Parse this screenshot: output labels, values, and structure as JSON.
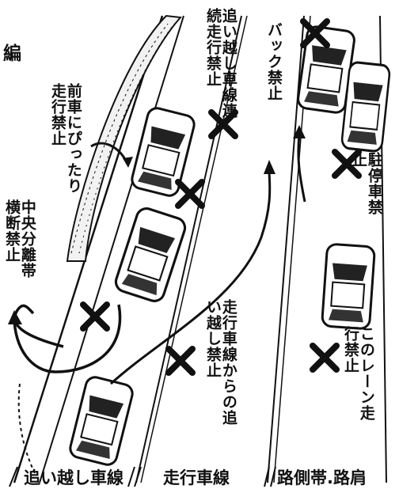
{
  "corner_label": "編",
  "labels": {
    "overtake_continuous": "追い越し車線連続走行禁止",
    "back": "バック禁止",
    "tailgate": "前車にぴったり走行禁止",
    "median": "中央分離帯横断禁止",
    "parking": "駐停車禁止",
    "from_travel": "走行車線からの追い越し禁止",
    "this_lane": "このレーン走行禁止"
  },
  "lanes": {
    "overtake": "追い越し車線",
    "travel": "走行車線",
    "shoulder": "路側帯.路肩"
  },
  "colors": {
    "ink": "#111111",
    "car_fill": "#ffffff",
    "hedge": "#f2f2f2"
  }
}
